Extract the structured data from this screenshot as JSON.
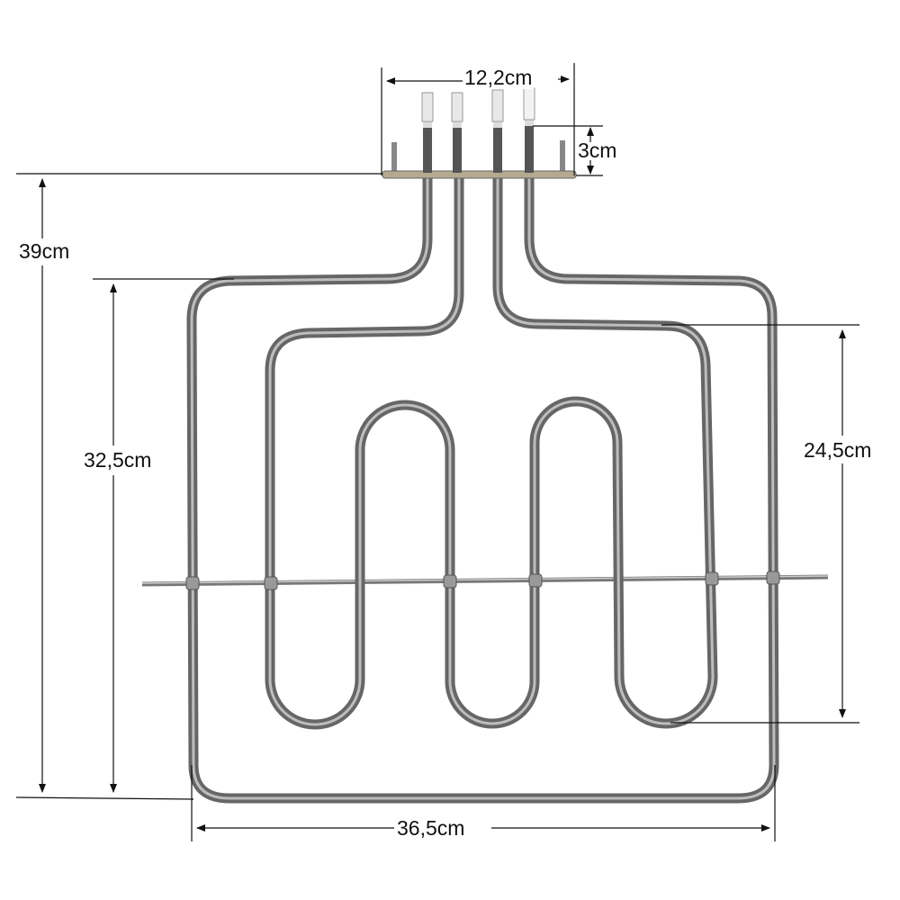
{
  "title": "Oven grill heating element dimensions",
  "dimensions": {
    "terminal_width": "12,2cm",
    "terminal_height": "3cm",
    "total_height": "39cm",
    "outer_loop_height": "32,5cm",
    "inner_loop_height": "24,5cm",
    "total_width": "36,5cm"
  },
  "colors": {
    "tube": "#6f6f6f",
    "tube_highlight": "#b9b9b9",
    "dimension_line": "#111111"
  }
}
